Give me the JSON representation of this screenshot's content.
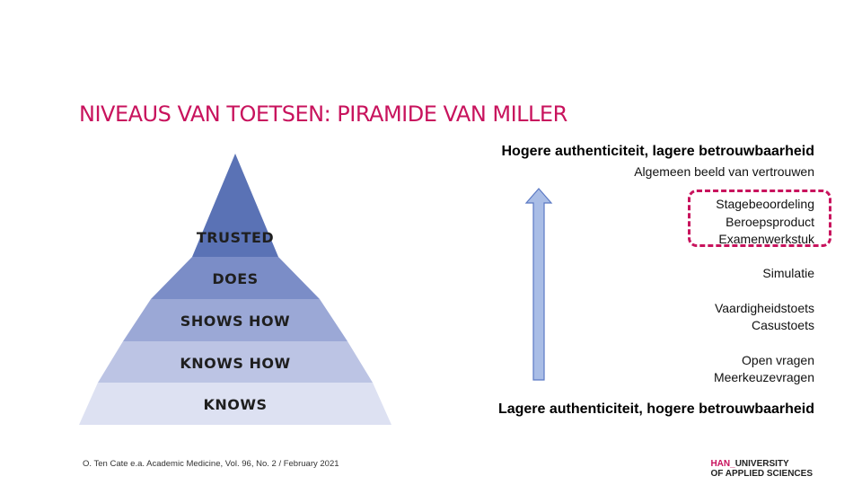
{
  "title": "NIVEAUS VAN TOETSEN: PIRAMIDE VAN MILLER",
  "pyramid": {
    "levels": [
      "TRUSTED",
      "DOES",
      "SHOWS HOW",
      "KNOWS HOW",
      "KNOWS"
    ],
    "colors": [
      "#5a72b5",
      "#7b8dc7",
      "#9ba8d6",
      "#bcc4e4",
      "#dde1f2"
    ]
  },
  "right": {
    "top_heading": "Hogere authenticiteit, lagere betrouwbaarheid",
    "top_sub": "Algemeen beeld van vertrouwen",
    "boxed": [
      "Stagebeoordeling",
      "Beroepsproduct",
      "Examenwerkstuk"
    ],
    "simulation": "Simulatie",
    "group2": [
      "Vaardigheidstoets",
      "Casustoets"
    ],
    "group3": [
      "Open vragen",
      "Meerkeuzevragen"
    ],
    "bottom_heading": "Lagere authenticiteit, hogere betrouwbaarheid"
  },
  "citation": "O. Ten Cate e.a. Academic Medicine, Vol. 96, No. 2 / February 2021",
  "logo": {
    "han": "HAN",
    "underscore": "_",
    "line1": "UNIVERSITY",
    "line2": "OF APPLIED SCIENCES"
  },
  "accent_color": "#c8135d",
  "arrow_color": "#a9bde6"
}
